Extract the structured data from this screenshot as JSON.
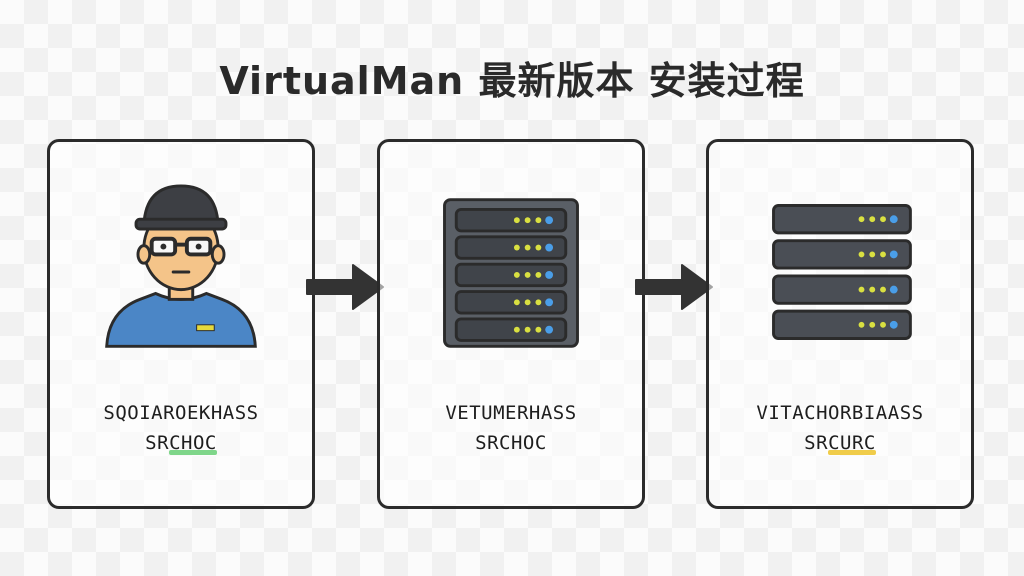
{
  "title": "VirtualMan 最新版本 安装过程",
  "steps": [
    {
      "icon": "user-avatar-icon",
      "line1": "SQOIAROEKHASS",
      "line2_prefix": "SR",
      "line2_highlight": "CHOC",
      "highlight_color": "#7fd68a"
    },
    {
      "icon": "server-rack-icon",
      "line1": "VETUMERHASS",
      "line2_prefix": "SRCHOC",
      "line2_highlight": "",
      "highlight_color": ""
    },
    {
      "icon": "server-stack-icon",
      "line1": "VITACHORBIAASS",
      "line2_prefix": "SR",
      "line2_highlight": "CURC",
      "highlight_color": "#f0cc4a"
    }
  ],
  "arrows": [
    "arrow-right-icon",
    "arrow-right-icon"
  ],
  "colors": {
    "outline": "#2b2b2b",
    "shirt": "#4b86c6",
    "skin": "#f4c489",
    "server": "#50555c",
    "led_yellow": "#d9e041",
    "led_blue": "#4a9ee8"
  }
}
